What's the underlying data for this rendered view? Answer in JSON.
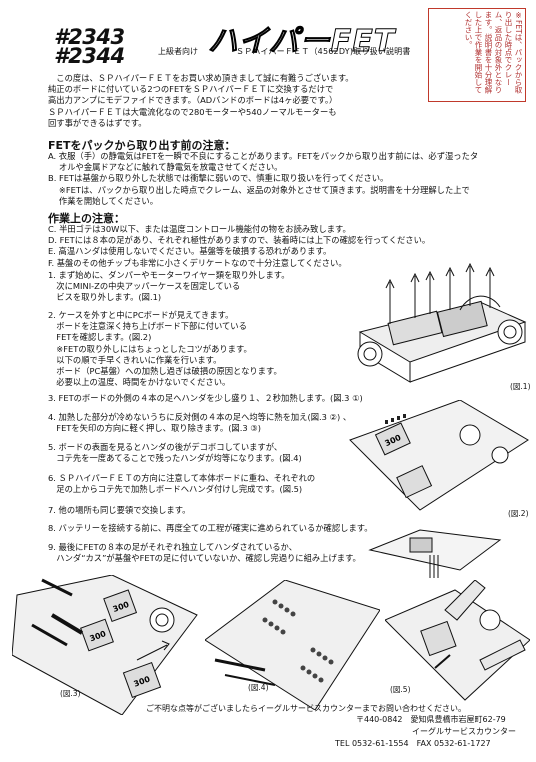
{
  "header": {
    "model_1": "#2343",
    "model_2": "#2344",
    "audience": "上級者向け",
    "title": "ハイパーFET",
    "subtitle": "ＳＰハイパーＦＥＴ（4562DY)取り扱い説明書"
  },
  "warning_box": "※FETは、パックから取り出した時点でクレーム、返品の対象外となります。説明書を十分理解した上で作業を開始してください。",
  "intro": [
    "　この度は、ＳＰハイパーＦＥＴをお買い求め頂きまして誠に有難うございます。",
    "純正のボードに付いている2つのFETをＳＰハイパーＦＥＴに交換するだけで",
    "高出力アンプにモデファイドできます。（ADバンドのボードは4ヶ必要です。）",
    "ＳＰハイパーＦＥＴは大電流化なので280モーターや540ノーマルモーターも",
    "回す事ができるはずです。"
  ],
  "section1": {
    "heading": "FETをパックから取り出す前の注意：",
    "lines": [
      "A. 衣服（手）の静電気はFETを一瞬で不良にすることがあります。FETをパックから取り出す前には、必ず湿ったタ",
      "　 オルや金属ドアなどに触れて静電気を放電させてください。",
      "B. FETは基盤から取り外した状態では衝撃に弱いので、慎重に取り扱いを行ってください。",
      "　 ※FETは、パックから取り出した時点でクレーム、返品の対象外とさせて頂きます。説明書を十分理解した上で",
      "　 作業を開始してください。"
    ]
  },
  "section2": {
    "heading": "作業上の注意：",
    "lines": [
      "C. 半田ゴテは30W以下、または温度コントロール機能付の物をお読み致します。",
      "D. FETには８本の足があり、それぞれ極性がありますので、装着時には上下の確認を行ってください。",
      "E. 高温ハンダは使用しないでください。基盤等を破損する恐れがあります。",
      "F. 基盤のその他チップも非常に小さくデリケートなので十分注意してください。"
    ]
  },
  "steps": [
    "1. まず始めに、ダンパーやモーターワイヤー類を取り外します。\n　次にMINI-Zの中央アッパーケースを固定している\n　ビスを取り外します。(図.1)",
    "2. ケースを外すと中にPCボードが見えてきます。\n　ボードを注意深く持ち上げボード下部に付いている\n　FETを確認します。(図.2)\n　※FETの取り外しにはちょっとしたコツがあります。\n　以下の順で手早くきれいに作業を行います。\n　ボード（PC基盤）への加熱し過ぎは破損の原因となります。\n　必要以上の温度、時間をかけないでください。",
    "3. FETのボードの外側の４本の足へハンダを少し盛り１、２秒加熱します。(図.3 ①)",
    "4. 加熱した部分が冷めないうちに反対側の４本の足へ均等に熱を加え(図.3 ②) 、\n　FETを矢印の方向に軽く押し、取り除きます。(図.3 ③)",
    "5. ボードの表面を見るとハンダの後がデコボコしていますが、\n　コテ先を一度あてることで残ったハンダが均等になります。(図.4)",
    "6. ＳＰハイパーＦＥＴの方向に注意して本体ボードに重ね、それぞれの\n　足の上からコテ先で加熱しボードへハンダ付けし完成です。(図.5)",
    "7. 他の場所も同じ要領で交換します。",
    "8. バッテリーを接続する前に、再度全ての工程が確実に進められているか確認します。",
    "9. 最後にFETの８本の足がそれぞれ独立してハンダされているか、\n　ハンダ“カス”が基盤やFETの足に付いていないか、確認し完過りに組み上げます。"
  ],
  "figures": {
    "fig1": "(図.1)",
    "fig2": "(図.2)",
    "fig3": "(図.3)",
    "fig4": "(図.4)",
    "fig5": "(図.5)",
    "chip_label": "300"
  },
  "footer": {
    "note": "ご不明な点等がございましたらイーグルサービスカウンターまでお問い合わせください。",
    "postal": "〒440-0842　愛知県豊橋市岩屋町62-79",
    "company": "イーグルサービスカウンター",
    "phone": "TEL 0532-61-1554　FAX 0532-61-1727"
  }
}
